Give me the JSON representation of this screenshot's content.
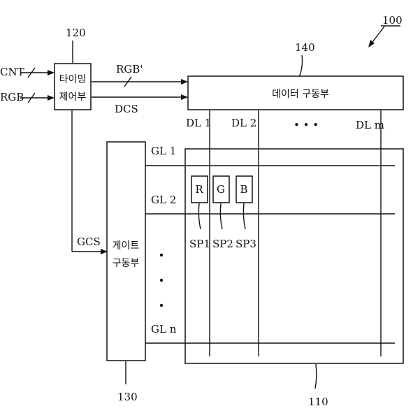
{
  "figure_ref": "100",
  "timing_controller": {
    "ref": "120",
    "line1": "타이밍",
    "line2": "제어부"
  },
  "data_driver": {
    "ref": "140",
    "label": "데이터 구동부"
  },
  "gate_driver": {
    "ref": "130",
    "line1": "게이트",
    "line2": "구동부"
  },
  "panel": {
    "ref": "110"
  },
  "inputs": {
    "cnt": "CNT",
    "rgb": "RGB"
  },
  "signals": {
    "rgb_prime": "RGB'",
    "dcs": "DCS",
    "gcs": "GCS"
  },
  "data_lines": {
    "dl1": "DL 1",
    "dl2": "DL 2",
    "ellipsis": "•  •  •",
    "dlm": "DL m"
  },
  "gate_lines": {
    "gl1": "GL 1",
    "gl2": "GL 2",
    "gln": "GL n"
  },
  "subpixels": {
    "r": "R",
    "g": "G",
    "b": "B",
    "sp1": "SP1",
    "sp2": "SP2",
    "sp3": "SP3"
  }
}
